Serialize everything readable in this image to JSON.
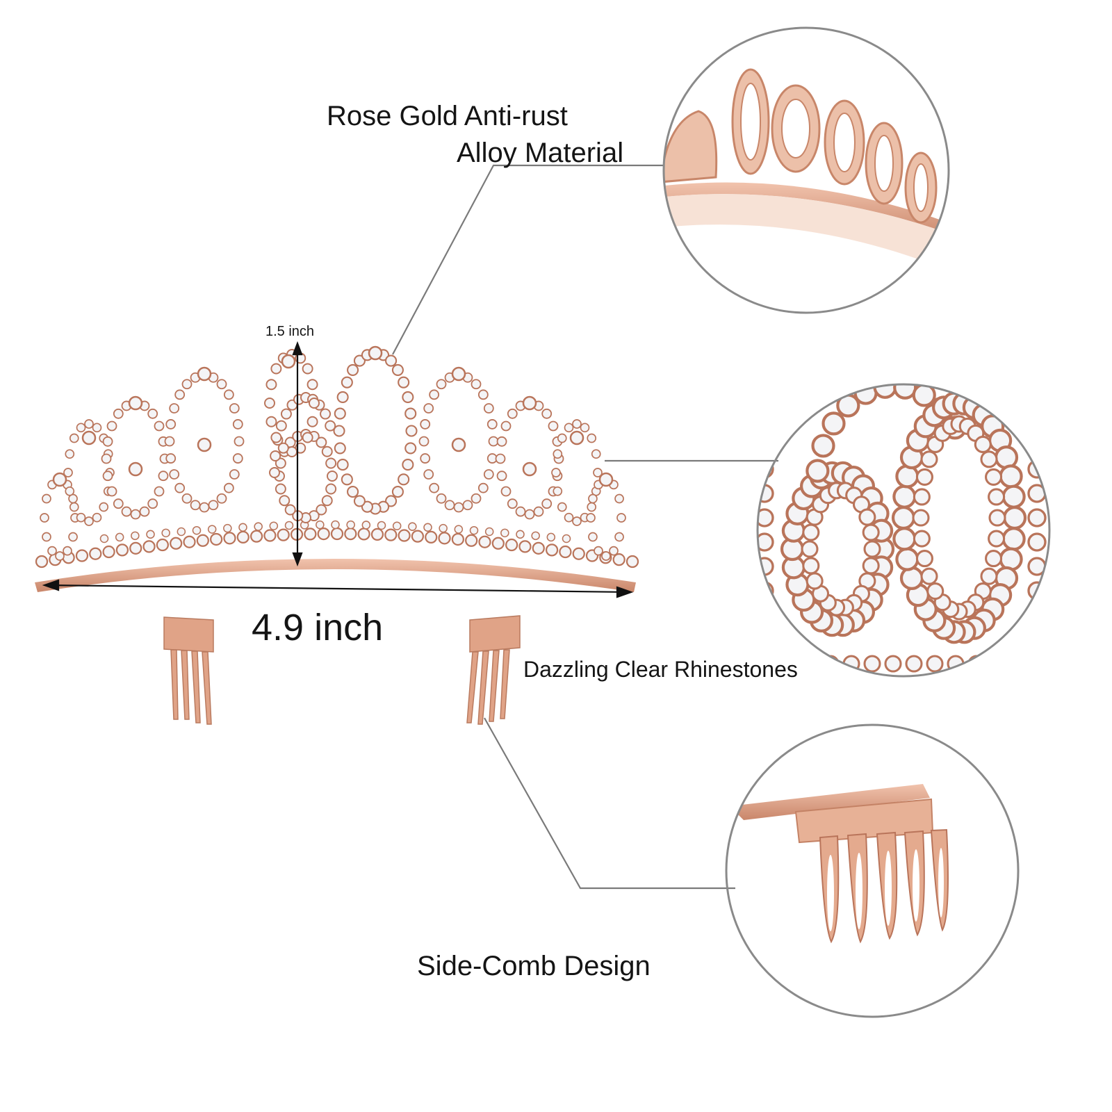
{
  "image": {
    "subject": "rose gold 60th birthday tiara with side combs",
    "colors": {
      "background": "#ffffff",
      "rose_gold": "#e2a98e",
      "rose_gold_dark": "#b9745a",
      "rhinestone": "#f4f4f6",
      "callout_circle": "#8a8a8a",
      "leader_line": "#7a7a7a",
      "text": "#141414"
    }
  },
  "labels": {
    "material_line1": "Rose Gold Anti-rust",
    "material_line2": "Alloy Material",
    "height": "1.5 inch",
    "width": "4.9 inch",
    "rhinestones": "Dazzling Clear Rhinestones",
    "comb": "Side-Comb Design"
  },
  "tiara_number": "60"
}
